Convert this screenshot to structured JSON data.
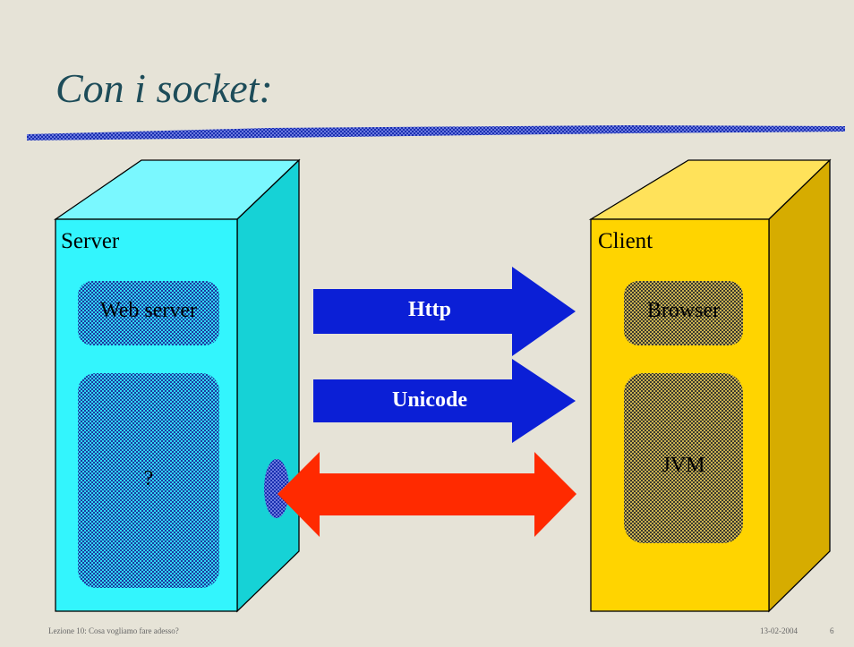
{
  "slide": {
    "title": "Con i socket:",
    "footer": {
      "left": "Lezione 10: Cosa vogliamo fare adesso?",
      "date": "13-02-2004",
      "page": "6"
    }
  },
  "server": {
    "label": "Server",
    "web_server": "Web server",
    "unknown": "?",
    "color": "#33f5fd"
  },
  "client": {
    "label": "Client",
    "browser": "Browser",
    "jvm": "JVM",
    "color": "#ffd400"
  },
  "arrows": {
    "http": "Http",
    "unicode": "Unicode",
    "blue_color": "#0b1fd6",
    "red_color": "#ff2a00"
  }
}
